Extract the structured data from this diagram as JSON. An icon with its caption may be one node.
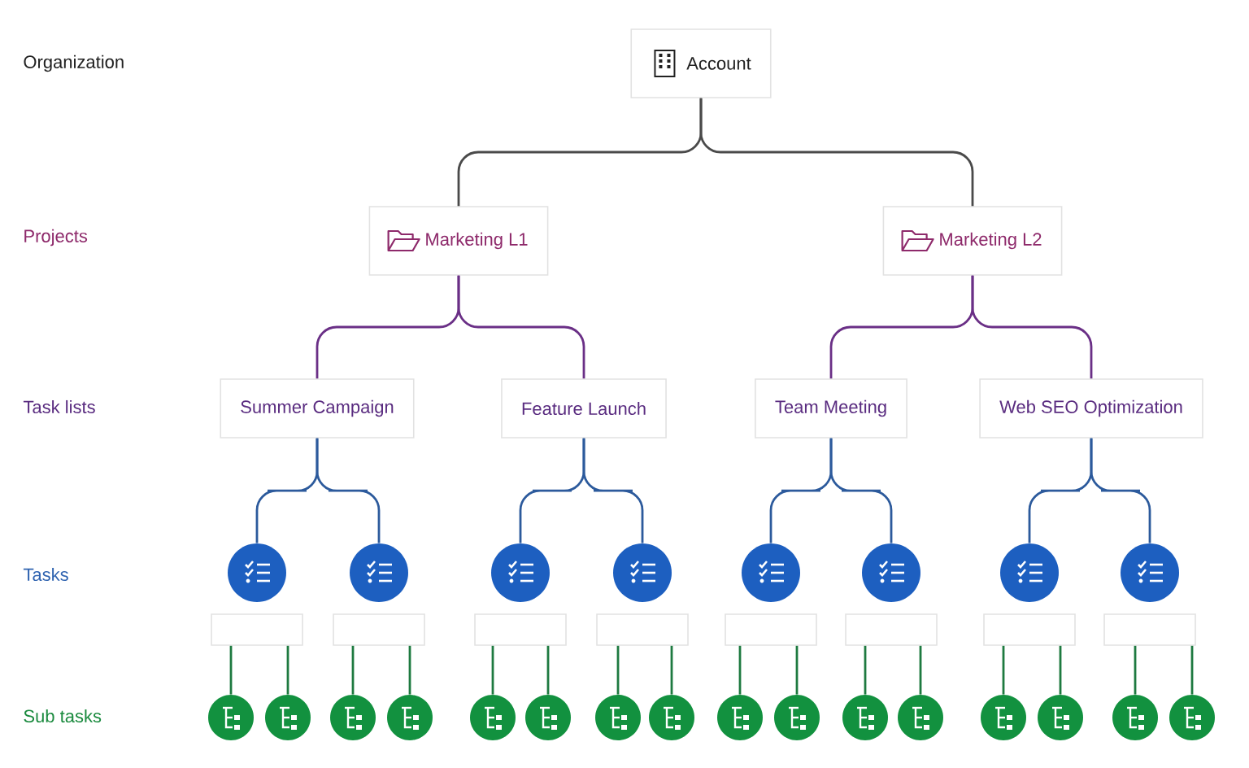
{
  "diagram": {
    "nodes": [
      {
        "text": [
          "Account"
        ]
      },
      {
        "text": [
          "Marketing L1"
        ]
      },
      {
        "text": [
          "Marketing L2"
        ]
      },
      {
        "text": [
          "Summer Campaign"
        ]
      },
      {
        "text": [
          "Feature Launch"
        ]
      },
      {
        "text": [
          "Team Meeting"
        ]
      },
      {
        "text": [
          "Web SEO Optimization"
        ]
      },
      {
        "text": [],
        "shape": "circle"
      },
      {
        "text": [],
        "shape": "circle"
      },
      {
        "text": [],
        "shape": "circle"
      },
      {
        "text": [],
        "shape": "circle"
      },
      {
        "text": [],
        "shape": "circle"
      },
      {
        "text": [],
        "shape": "circle"
      },
      {
        "text": [],
        "shape": "circle"
      },
      {
        "text": [],
        "shape": "circle"
      },
      {
        "text": [],
        "shape": "box"
      },
      {
        "text": [],
        "shape": "box"
      },
      {
        "text": [],
        "shape": "box"
      },
      {
        "text": [],
        "shape": "box"
      },
      {
        "text": [],
        "shape": "box"
      },
      {
        "text": [],
        "shape": "box"
      },
      {
        "text": [],
        "shape": "box"
      },
      {
        "text": [],
        "shape": "box"
      },
      {
        "text": [],
        "shape": "circle"
      },
      {
        "text": [],
        "shape": "circle"
      },
      {
        "text": [],
        "shape": "circle"
      },
      {
        "text": [],
        "shape": "circle"
      },
      {
        "text": [],
        "shape": "circle"
      },
      {
        "text": [],
        "shape": "circle"
      },
      {
        "text": [],
        "shape": "circle"
      },
      {
        "text": [],
        "shape": "circle"
      },
      {
        "text": [],
        "shape": "circle"
      },
      {
        "text": [],
        "shape": "circle"
      },
      {
        "text": [],
        "shape": "circle"
      },
      {
        "text": [],
        "shape": "circle"
      },
      {
        "text": [],
        "shape": "circle"
      },
      {
        "text": [],
        "shape": "circle"
      },
      {
        "text": [],
        "shape": "circle"
      },
      {
        "text": [],
        "shape": "circle"
      }
    ],
    "edges": [
      {
        "from": 0,
        "to": 1,
        "arrow": "none",
        "color": "#4a4a4a"
      },
      {
        "from": 0,
        "to": 2,
        "arrow": "none",
        "color": "#4a4a4a"
      },
      {
        "from": 1,
        "to": 3,
        "arrow": "none",
        "color": "#6a2f86"
      },
      {
        "from": 1,
        "to": 4,
        "arrow": "none",
        "color": "#6a2f86"
      },
      {
        "from": 2,
        "to": 5,
        "arrow": "none",
        "color": "#6a2f86"
      },
      {
        "from": 2,
        "to": 6,
        "arrow": "none",
        "color": "#6a2f86"
      },
      {
        "from": 3,
        "to": 7,
        "arrow": "none",
        "color": "#2c5a9c"
      },
      {
        "from": 3,
        "to": 8,
        "arrow": "none",
        "color": "#2c5a9c"
      },
      {
        "from": 4,
        "to": 9,
        "arrow": "none",
        "color": "#2c5a9c"
      },
      {
        "from": 4,
        "to": 10,
        "arrow": "none",
        "color": "#2c5a9c"
      },
      {
        "from": 5,
        "to": 11,
        "arrow": "none",
        "color": "#2c5a9c"
      },
      {
        "from": 5,
        "to": 12,
        "arrow": "none",
        "color": "#2c5a9c"
      },
      {
        "from": 6,
        "to": 13,
        "arrow": "none",
        "color": "#2c5a9c"
      },
      {
        "from": 6,
        "to": 14,
        "arrow": "none",
        "color": "#2c5a9c"
      },
      {
        "from": 15,
        "to": 23,
        "arrow": "none"
      },
      {
        "from": 15,
        "to": 24,
        "arrow": "none"
      },
      {
        "from": 16,
        "to": 25,
        "arrow": "none"
      },
      {
        "from": 16,
        "to": 26,
        "arrow": "none"
      },
      {
        "from": 17,
        "to": 27,
        "arrow": "none"
      },
      {
        "from": 17,
        "to": 28,
        "arrow": "none"
      },
      {
        "from": 18,
        "to": 29,
        "arrow": "none"
      },
      {
        "from": 18,
        "to": 30,
        "arrow": "none"
      },
      {
        "from": 19,
        "to": 31,
        "arrow": "none"
      },
      {
        "from": 19,
        "to": 32,
        "arrow": "none"
      },
      {
        "from": 20,
        "to": 33,
        "arrow": "none"
      },
      {
        "from": 20,
        "to": 34,
        "arrow": "none"
      },
      {
        "from": 21,
        "to": 35,
        "arrow": "none"
      },
      {
        "from": 21,
        "to": 36,
        "arrow": "none"
      },
      {
        "from": 22,
        "to": 37,
        "arrow": "none"
      },
      {
        "from": 22,
        "to": 38,
        "arrow": "none"
      }
    ],
    "labels": [
      "Organization",
      "Projects",
      "Task lists",
      "Tasks",
      "Sub tasks"
    ]
  }
}
